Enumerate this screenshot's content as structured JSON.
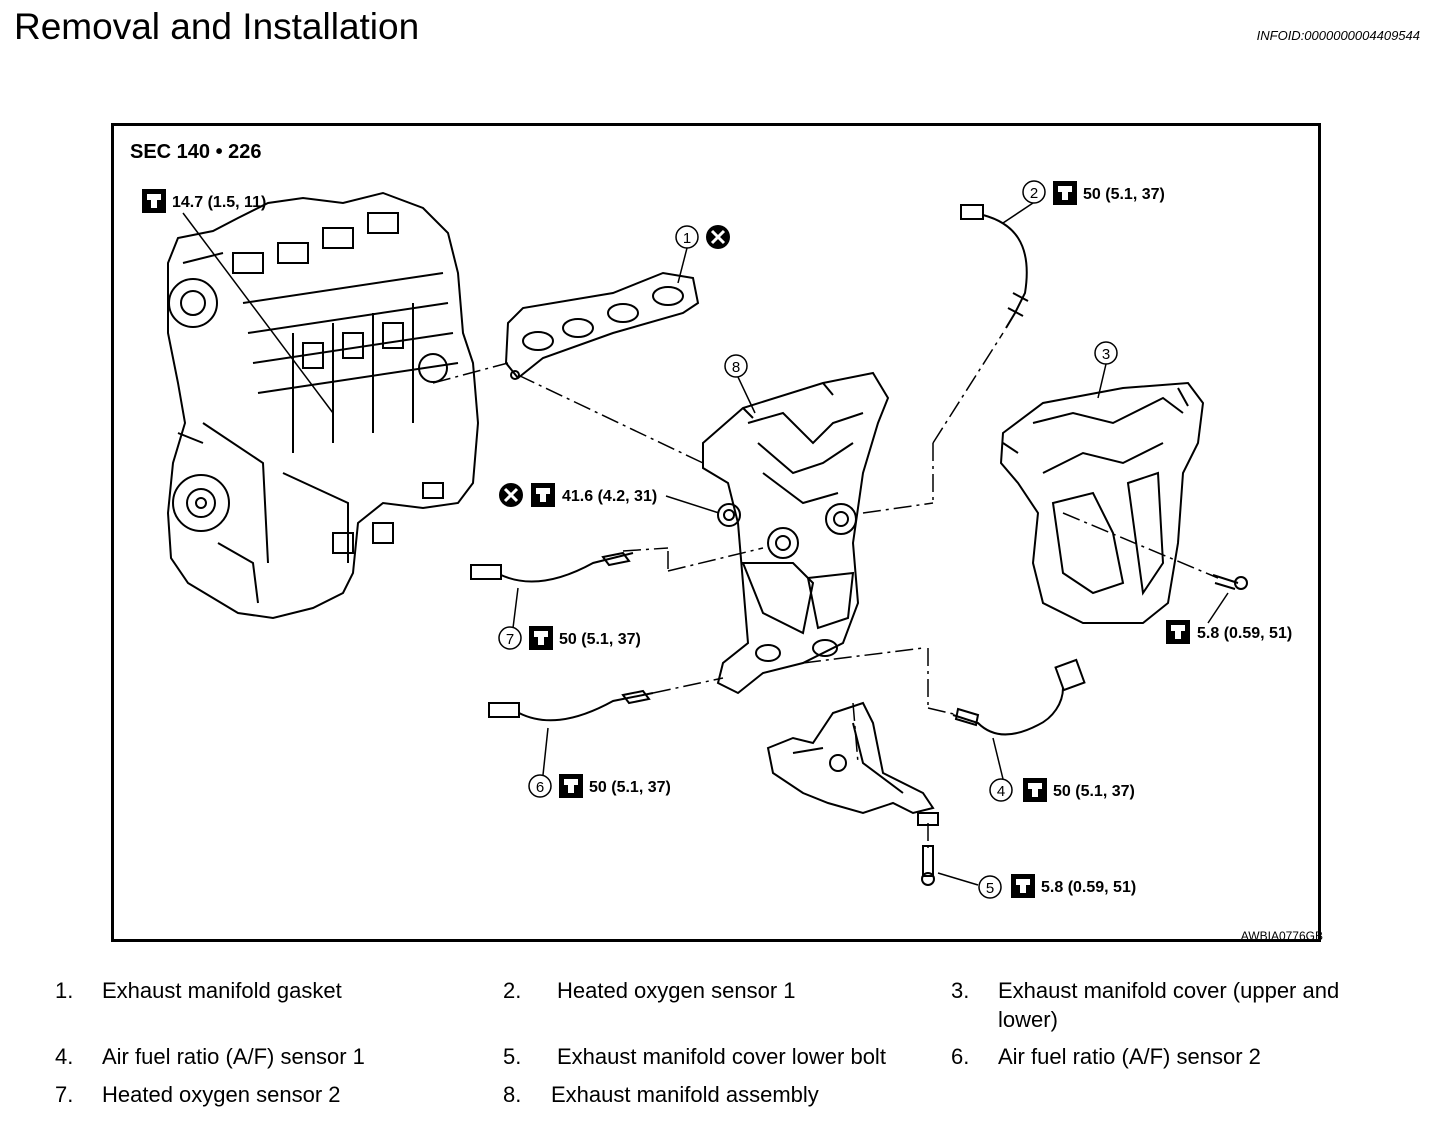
{
  "header": {
    "title": "Removal and Installation",
    "info_id": "INFOID:0000000004409544"
  },
  "figure": {
    "section": "SEC 140 • 226",
    "code": "AWBIA0776GB",
    "callouts": [
      {
        "num": "1"
      },
      {
        "num": "2",
        "torque": "50 (5.1, 37)"
      },
      {
        "num": "3"
      },
      {
        "num": "4",
        "torque": "50 (5.1, 37)"
      },
      {
        "num": "5",
        "torque": "5.8 (0.59, 51)"
      },
      {
        "num": "6",
        "torque": "50 (5.1, 37)"
      },
      {
        "num": "7",
        "torque": "50 (5.1, 37)"
      },
      {
        "num": "8"
      }
    ],
    "torques": {
      "stud": "14.7 (1.5, 11)",
      "nut": "41.6 (4.2, 31)",
      "cover_bolt": "5.8 (0.59, 51)"
    }
  },
  "legend": [
    {
      "num": "1.",
      "text": "Exhaust manifold gasket"
    },
    {
      "num": "2.",
      "text": "Heated oxygen sensor 1"
    },
    {
      "num": "3.",
      "text": "Exhaust manifold cover (upper and"
    },
    {
      "num": "",
      "text": "lower)"
    },
    {
      "num": "4.",
      "text": "Air fuel ratio (A/F) sensor 1"
    },
    {
      "num": "5.",
      "text": "Exhaust manifold cover lower bolt"
    },
    {
      "num": "6.",
      "text": "Air fuel ratio (A/F) sensor 2"
    },
    {
      "num": "7.",
      "text": "Heated oxygen sensor 2"
    },
    {
      "num": "8.",
      "text": "Exhaust manifold assembly"
    }
  ]
}
